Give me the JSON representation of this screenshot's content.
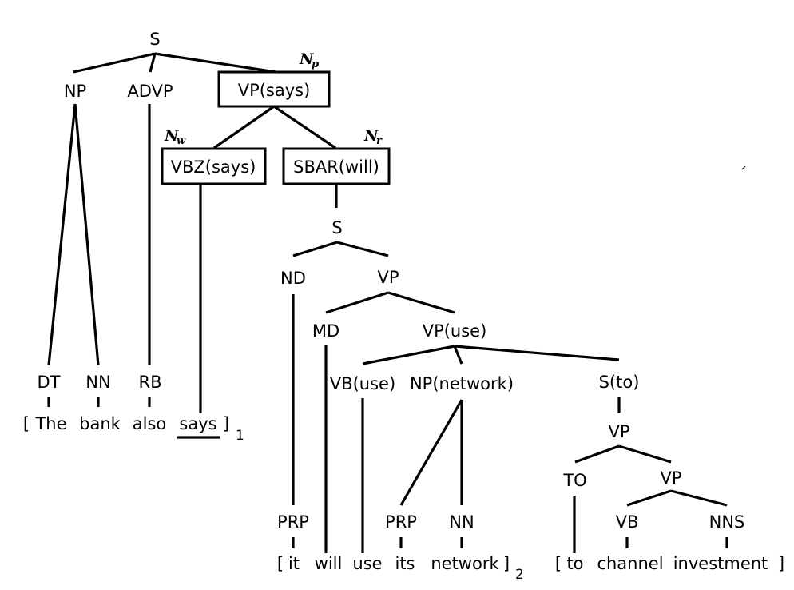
{
  "nodes": {
    "s_root": "S",
    "np": "NP",
    "advp": "ADVP",
    "vp_says": "VP(says)",
    "vbz_says": "VBZ(says)",
    "sbar_will": "SBAR(will)",
    "s_inner": "S",
    "nd": "ND",
    "vp_inner": "VP",
    "md": "MD",
    "vp_use": "VP(use)",
    "vb_use": "VB(use)",
    "np_network": "NP(network)",
    "s_to": "S(to)",
    "vp_to": "VP",
    "to": "TO",
    "vp_chan": "VP",
    "dt": "DT",
    "nn_bank": "NN",
    "rb": "RB",
    "prp_it": "PRP",
    "prp_its": "PRP",
    "nn_network": "NN",
    "vb": "VB",
    "nns": "NNS"
  },
  "annotations": {
    "np_letter": "N",
    "np_sub": "p",
    "nw_letter": "N",
    "nw_sub": "w",
    "nr_letter": "N",
    "nr_sub": "r"
  },
  "words": {
    "seg1_open": "[",
    "the": "The",
    "bank": "bank",
    "also": "also",
    "says": "says",
    "seg1_close": "]",
    "seg1_index": "1",
    "seg2_open": "[",
    "it": "it",
    "will": "will",
    "use": "use",
    "its": "its",
    "network": "network",
    "seg2_close": "]",
    "seg2_index": "2",
    "seg3_open": "[",
    "to": "to",
    "channel": "channel",
    "investment": "investment",
    "seg3_close": "]"
  }
}
